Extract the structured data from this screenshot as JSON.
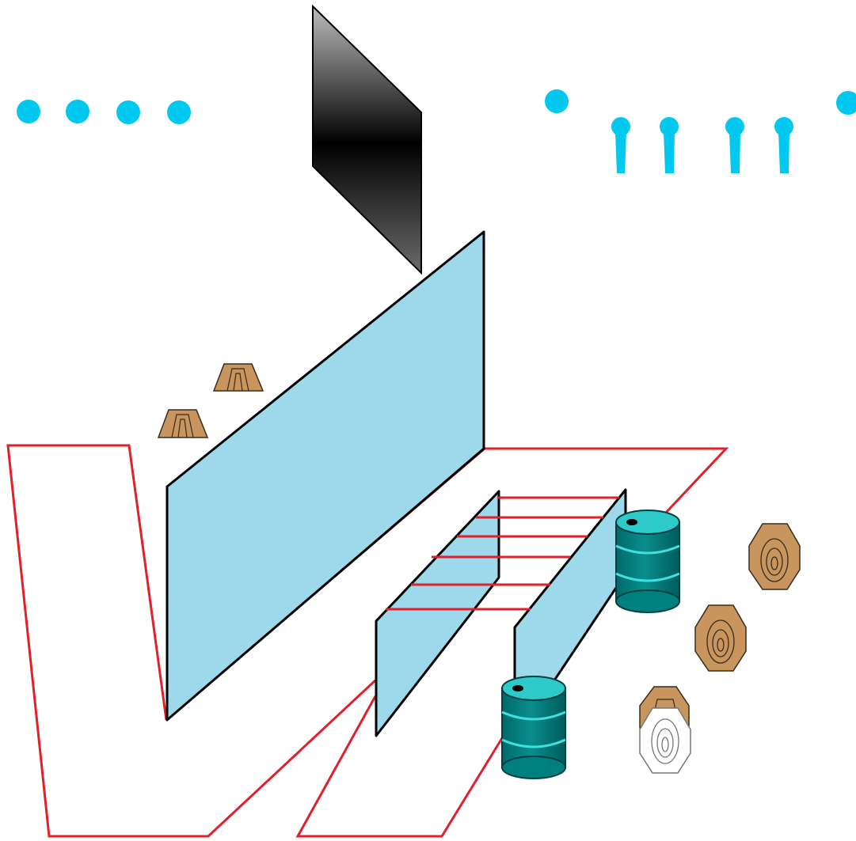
{
  "diagram": {
    "type": "shooting-stage-layout",
    "colors": {
      "boundary_line": "#e0202a",
      "wall_fill": "#9dd9ea",
      "wall_edge": "#000000",
      "steel_target": "#00c8ee",
      "cardboard_target": "#c8955e",
      "barrel_body": "#007f7f",
      "barrel_top": "#2ec9c9",
      "barrel_ring": "#3fe0e0",
      "no_shoot": "#ffffff",
      "black_panel": "#1a1a1a"
    },
    "elements": {
      "steel_plates_left": {
        "icon": "round-steel-plate-icon",
        "count": 4
      },
      "steel_popper_left": {
        "icon": "round-steel-plate-icon",
        "count": 1
      },
      "steel_popper_right": {
        "icon": "round-steel-plate-icon",
        "count": 1
      },
      "pepper_poppers": {
        "icon": "pepper-popper-icon",
        "count": 4
      },
      "black_panel": {
        "icon": "black-vision-barrier-icon",
        "count": 1
      },
      "walls": {
        "icon": "wall-panel-icon",
        "count": 3
      },
      "port_window_bars": {
        "icon": "port-bar-icon",
        "count": 6
      },
      "partial_targets_left": {
        "icon": "partial-cardboard-target-icon",
        "count": 2
      },
      "cardboard_targets_right": {
        "icon": "cardboard-target-icon",
        "count": 2
      },
      "no_shoot_target": {
        "icon": "no-shoot-target-icon",
        "count": 1
      },
      "barrels": {
        "icon": "oil-barrel-icon",
        "count": 2
      },
      "shooting_areas": {
        "icon": "fault-line-boundary-icon",
        "count": 2
      }
    }
  }
}
